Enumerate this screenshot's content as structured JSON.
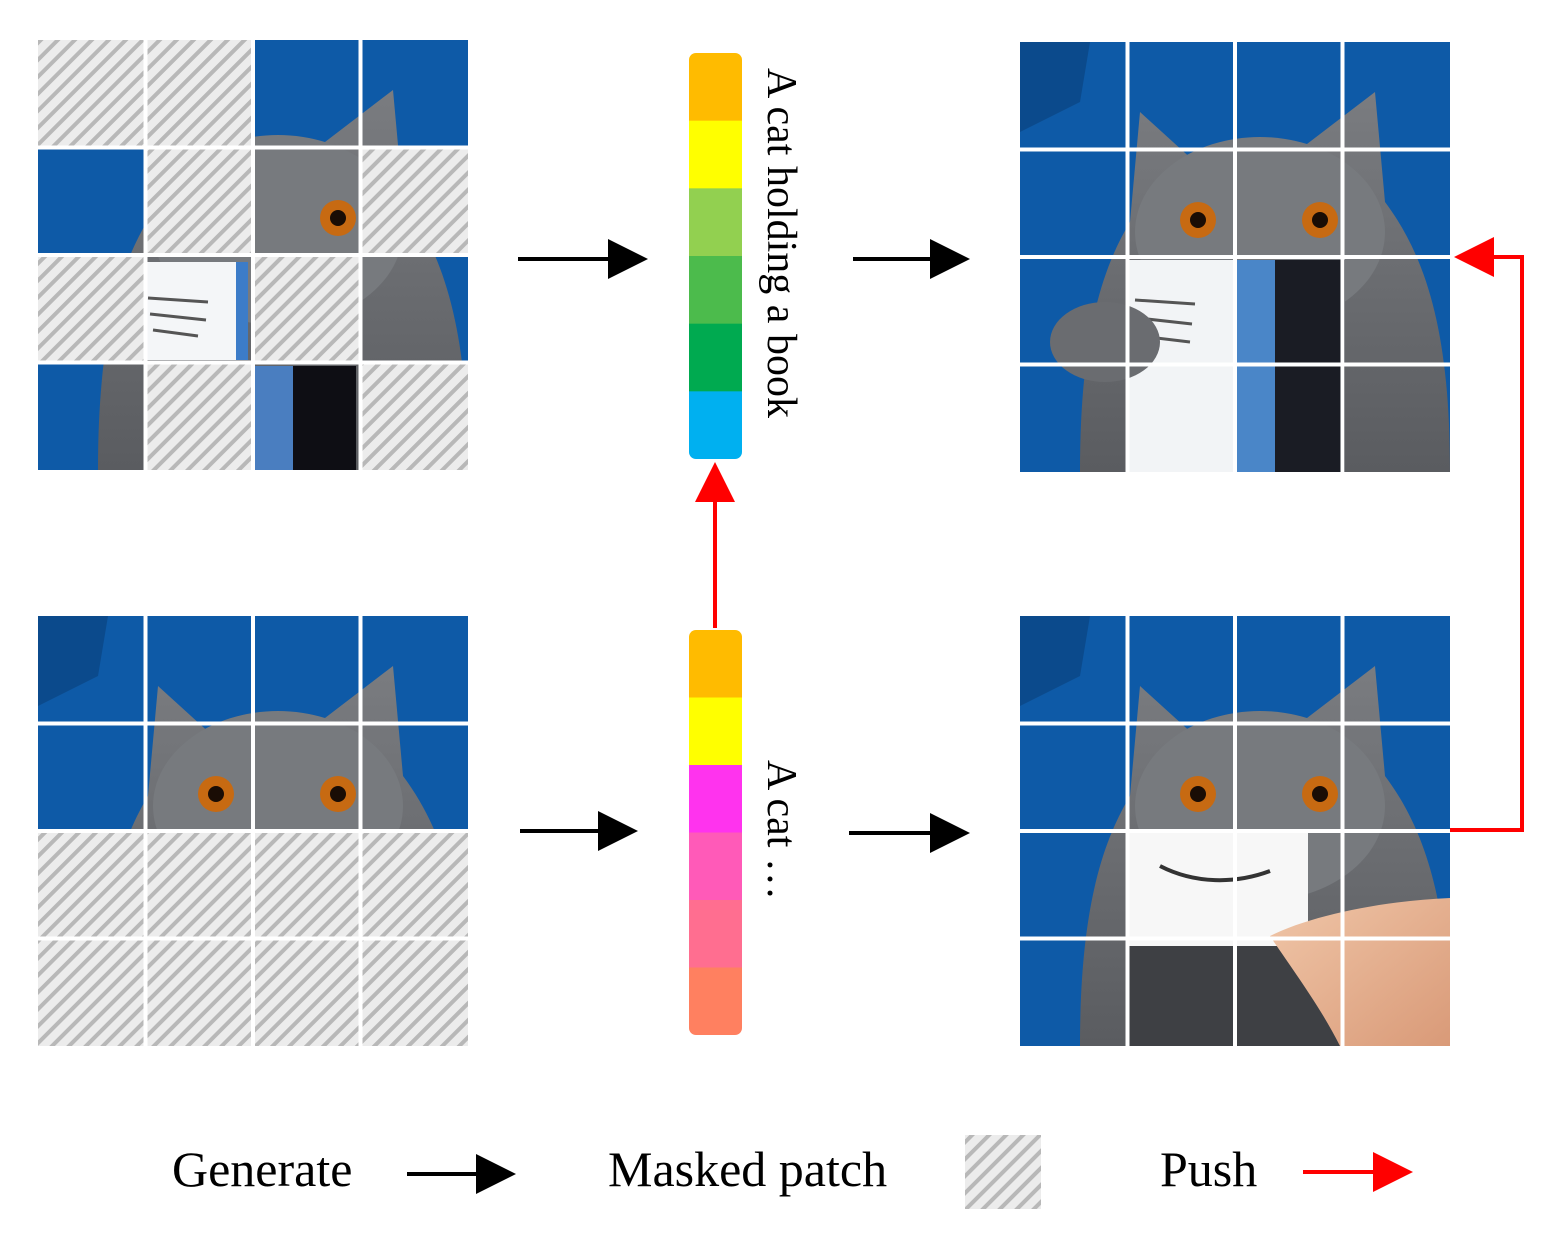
{
  "captions": {
    "top_embedding": "A cat  holding a book",
    "bottom_embedding": "A cat …"
  },
  "legend": {
    "generate_label": "Generate",
    "masked_label": "Masked patch",
    "push_label": "Push"
  },
  "colors": {
    "generate_arrow": "#000000",
    "push_arrow": "#ff0000",
    "grid_line": "#ffffff",
    "mask_stripe": "#b8b8b8",
    "background_blue": "#0e5aa7",
    "cat_gray": "#707276"
  },
  "masks": {
    "top_left": [
      [
        1,
        1,
        0,
        0
      ],
      [
        0,
        1,
        0,
        1
      ],
      [
        1,
        0,
        1,
        0
      ],
      [
        0,
        1,
        0,
        1
      ]
    ],
    "bottom_left": [
      [
        0,
        0,
        0,
        0
      ],
      [
        0,
        0,
        0,
        0
      ],
      [
        1,
        1,
        1,
        1
      ],
      [
        1,
        1,
        1,
        1
      ]
    ]
  },
  "embeddings": {
    "top": [
      "#ffbb00",
      "#ffff00",
      "#92d050",
      "#4cbb4c",
      "#00aa50",
      "#00b0f0"
    ],
    "bottom": [
      "#ffbb00",
      "#ffff00",
      "#ff33ee",
      "#ff5ab8",
      "#ff6e90",
      "#ff8060"
    ]
  },
  "images": {
    "top_left_label": "masked-cat-book-grid",
    "top_right_label": "generated-cat-holding-book",
    "bottom_left_label": "masked-cat-bottom-grid",
    "bottom_right_label": "generated-cat-holding-card"
  }
}
